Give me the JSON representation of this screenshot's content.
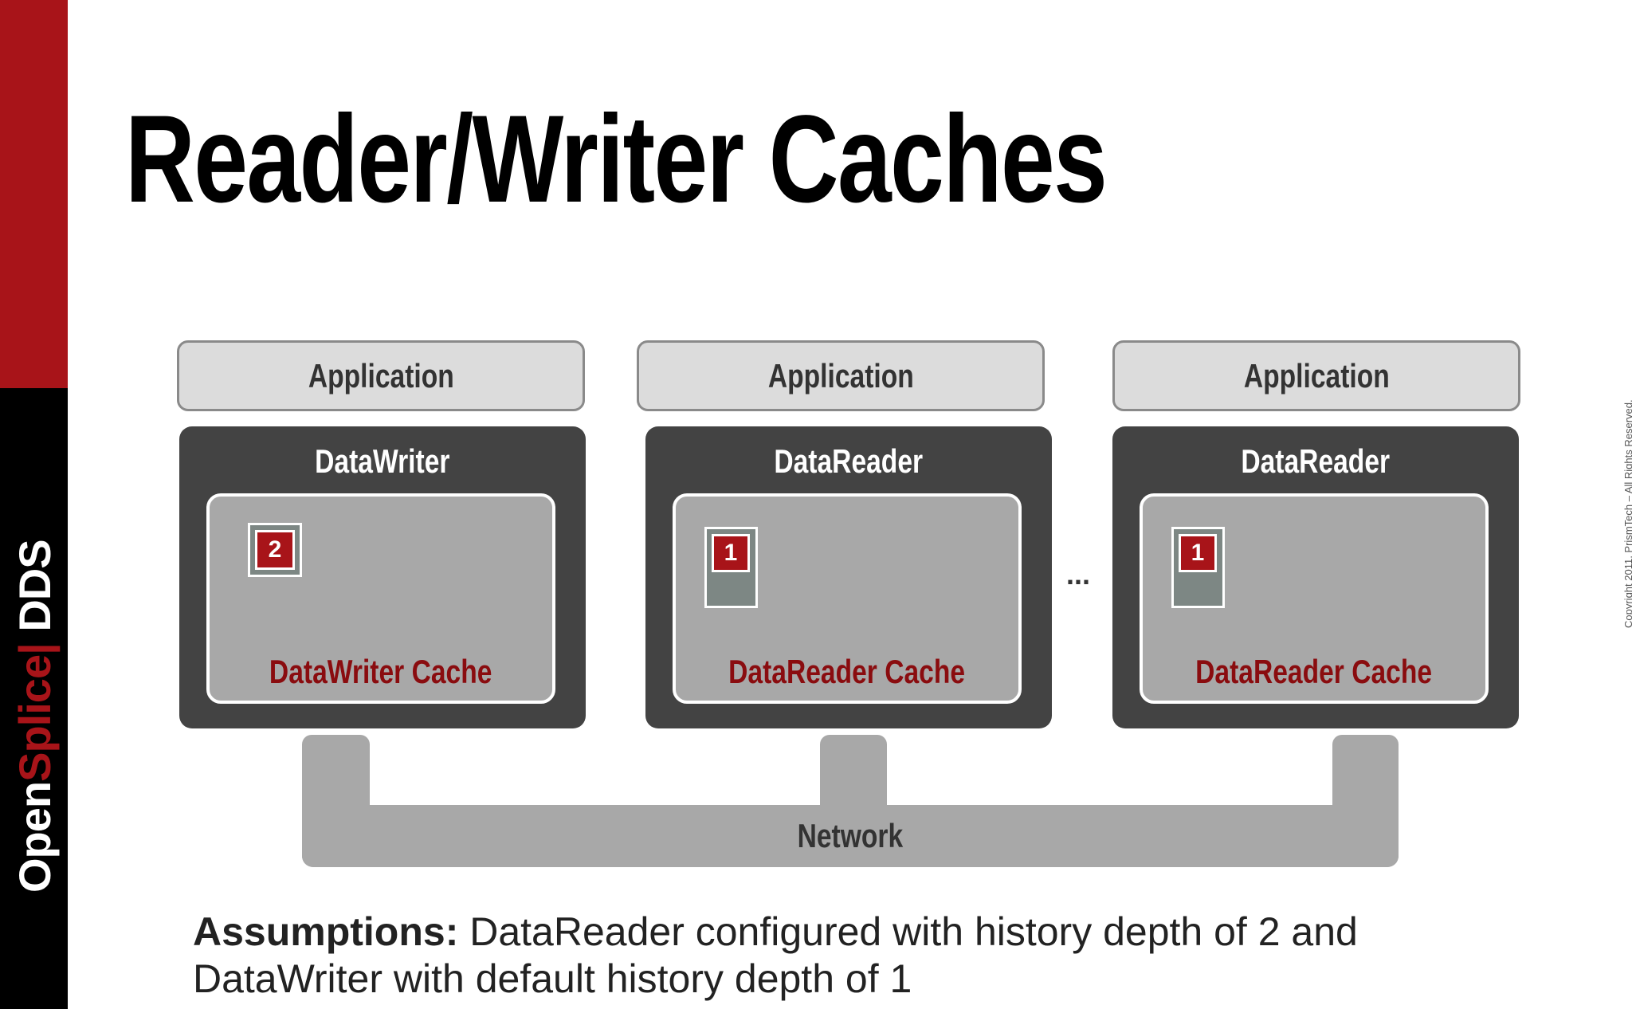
{
  "title": "Reader/Writer Caches",
  "logo": {
    "part1": "Open",
    "part2": "Splice",
    "separator": "|",
    "part3": " DDS"
  },
  "copyright": "Copyright 2011, PrismTech –  All Rights Reserved.",
  "columns": [
    {
      "app": "Application",
      "entity": "DataWriter",
      "cache": "DataWriter Cache",
      "sample": "2"
    },
    {
      "app": "Application",
      "entity": "DataReader",
      "cache": "DataReader Cache",
      "sample": "1"
    },
    {
      "app": "Application",
      "entity": "DataReader",
      "cache": "DataReader Cache",
      "sample": "1"
    }
  ],
  "ellipsis": "...",
  "network": "Network",
  "assumptions": {
    "label": "Assumptions:",
    "text": " DataReader configured with history depth of 2 and DataWriter with default history depth of 1"
  },
  "colors": {
    "brand_red": "#a81419",
    "dark_box": "#434343",
    "cache_label": "#8a0c0f"
  }
}
